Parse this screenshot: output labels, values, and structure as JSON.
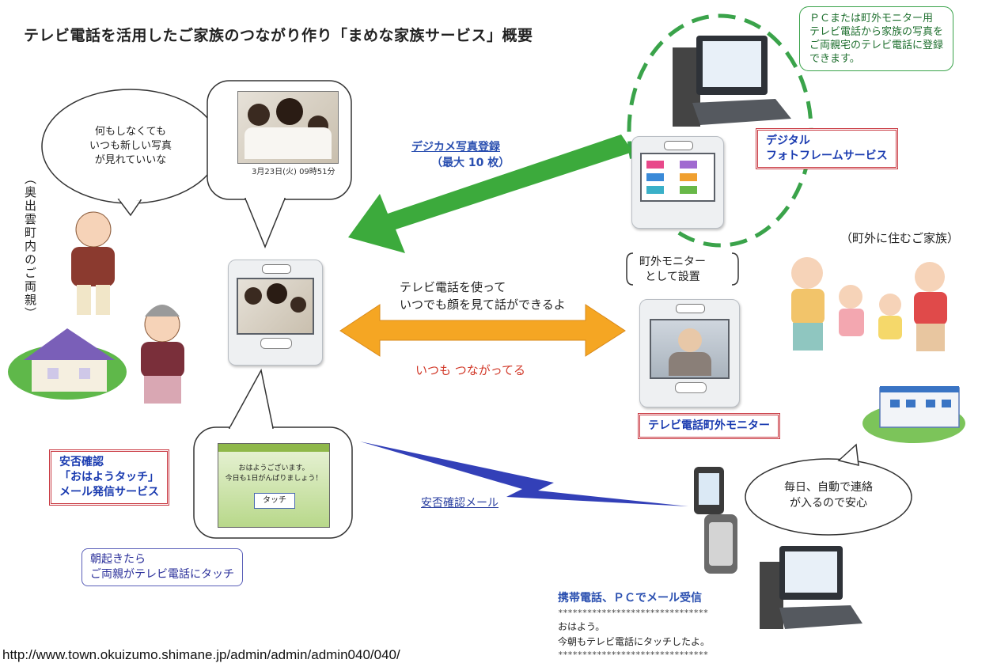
{
  "title": "テレビ電話を活用したご家族のつながり作り「まめな家族サービス」概要",
  "left_vertical_label": "（奥出雲町内のご両親）",
  "right_family_label": "（町外に住むご家族）",
  "bubble_parents": [
    "何もしなくても",
    "いつも新しい写真",
    "が見れていいな"
  ],
  "photo_caption": "3月23日(火)  09時51分",
  "green_box": [
    "ＰＣまたは町外モニター用",
    "テレビ電話から家族の写真を",
    "ご両親宅のテレビ電話に登録",
    "できます。"
  ],
  "arrow_upload": {
    "line1": "デジカメ写真登録",
    "line2": "（最大 10 枚）"
  },
  "digital_frame_box": [
    "デジタル",
    "フォトフレームサービス"
  ],
  "monitor_setup": [
    "町外モニター",
    "として設置"
  ],
  "videocall_text": [
    "テレビ電話を使って",
    "いつでも顔を見て話ができるよ"
  ],
  "always_connected": "いつも  つながってる",
  "monitor_label": "テレビ電話町外モニター",
  "safety_service": [
    "安否確認",
    "「おはようタッチ」",
    "メール発信サービス"
  ],
  "touch_screen": {
    "line1": "おはようございます。",
    "line2": "今日も1日がんばりましょう！",
    "button": "タッチ"
  },
  "safety_mail_label": "安否確認メール",
  "bubble_family": [
    "毎日、自動で連絡",
    "が入るので安心"
  ],
  "morning_box": [
    "朝起きたら",
    "ご両親がテレビ電話にタッチ"
  ],
  "mail_receive": {
    "heading": "携帯電話、ＰＣでメール受信",
    "stars": "*******************************",
    "line1": "おはよう。",
    "line2": "今朝もテレビ電話にタッチしたよ。"
  },
  "source_url": "http://www.town.okuizumo.shimane.jp/admin/admin/admin040/040/",
  "colors": {
    "green_arrow": "#3caa3c",
    "orange_arrow": "#f5a623",
    "blue_bolt": "#3340b8",
    "red_frame": "#c8363f",
    "dashed_green": "#3aa34a"
  }
}
